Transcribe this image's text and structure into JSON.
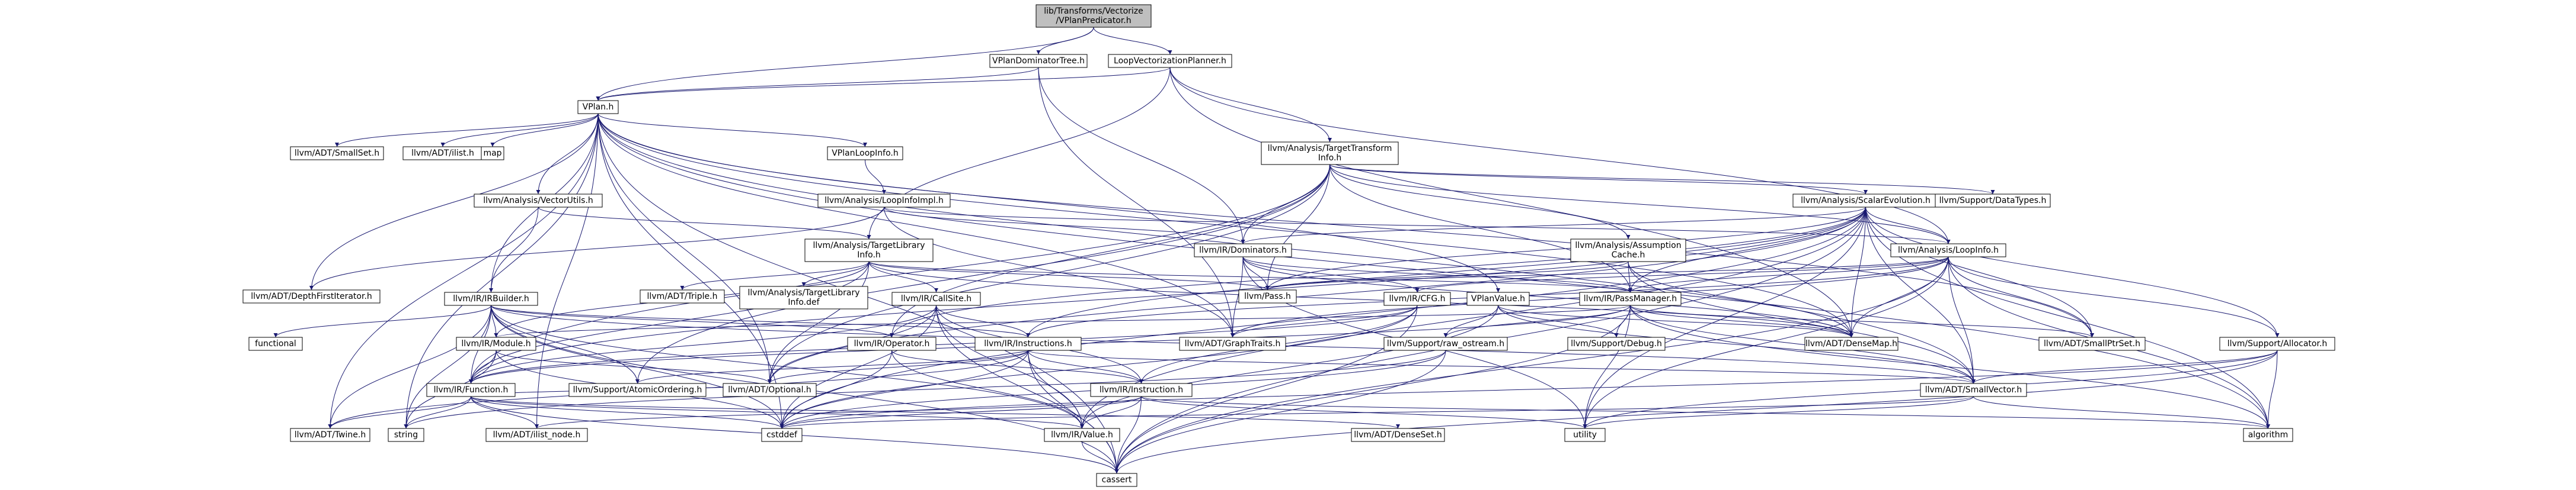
{
  "colors": {
    "root_fill": "#bfbfbf",
    "node_fill": "#ffffff",
    "node_border_black": "#000000",
    "node_border_red": "#ff0000",
    "node_border_none": "#ffffff",
    "edge": "#191970",
    "text": "#000000"
  },
  "nodes": [
    {
      "id": "root",
      "lines": [
        "lib/Transforms/Vectorize",
        "/VPlanPredicator.h"
      ],
      "style": "root"
    },
    {
      "id": "vplandomtree",
      "lines": [
        "VPlanDominatorTree.h"
      ],
      "style": "black"
    },
    {
      "id": "lvplanner",
      "lines": [
        "LoopVectorizationPlanner.h"
      ],
      "style": "black"
    },
    {
      "id": "vplan",
      "lines": [
        "VPlan.h"
      ],
      "style": "black"
    },
    {
      "id": "smallset",
      "lines": [
        "llvm/ADT/SmallSet.h"
      ],
      "style": "none"
    },
    {
      "id": "ilist",
      "lines": [
        "llvm/ADT/ilist.h"
      ],
      "style": "none"
    },
    {
      "id": "map",
      "lines": [
        "map"
      ],
      "style": "none"
    },
    {
      "id": "vplanloopinfo",
      "lines": [
        "VPlanLoopInfo.h"
      ],
      "style": "black"
    },
    {
      "id": "tti",
      "lines": [
        "llvm/Analysis/TargetTransform",
        "Info.h"
      ],
      "style": "black"
    },
    {
      "id": "vectorutils",
      "lines": [
        "llvm/Analysis/VectorUtils.h"
      ],
      "style": "red"
    },
    {
      "id": "loopinfoimpl",
      "lines": [
        "llvm/Analysis/LoopInfoImpl.h"
      ],
      "style": "red"
    },
    {
      "id": "scev",
      "lines": [
        "llvm/Analysis/ScalarEvolution.h"
      ],
      "style": "red"
    },
    {
      "id": "datatypes",
      "lines": [
        "llvm/Support/DataTypes.h"
      ],
      "style": "red"
    },
    {
      "id": "tli",
      "lines": [
        "llvm/Analysis/TargetLibrary",
        "Info.h"
      ],
      "style": "black"
    },
    {
      "id": "dominators",
      "lines": [
        "llvm/IR/Dominators.h"
      ],
      "style": "red"
    },
    {
      "id": "assumption",
      "lines": [
        "llvm/Analysis/Assumption",
        "Cache.h"
      ],
      "style": "red"
    },
    {
      "id": "loopinfo",
      "lines": [
        "llvm/Analysis/LoopInfo.h"
      ],
      "style": "black"
    },
    {
      "id": "dfiter",
      "lines": [
        "llvm/ADT/DepthFirstIterator.h"
      ],
      "style": "none"
    },
    {
      "id": "irbuilder",
      "lines": [
        "llvm/IR/IRBuilder.h"
      ],
      "style": "red"
    },
    {
      "id": "triple",
      "lines": [
        "llvm/ADT/Triple.h"
      ],
      "style": "none"
    },
    {
      "id": "tlidef",
      "lines": [
        "llvm/Analysis/TargetLibrary",
        "Info.def"
      ],
      "style": "none"
    },
    {
      "id": "callsite",
      "lines": [
        "llvm/IR/CallSite.h"
      ],
      "style": "red"
    },
    {
      "id": "pass",
      "lines": [
        "llvm/Pass.h"
      ],
      "style": "none"
    },
    {
      "id": "cfg",
      "lines": [
        "llvm/IR/CFG.h"
      ],
      "style": "black"
    },
    {
      "id": "vpvalue",
      "lines": [
        "VPlanValue.h"
      ],
      "style": "black"
    },
    {
      "id": "passmanager",
      "lines": [
        "llvm/IR/PassManager.h"
      ],
      "style": "red"
    },
    {
      "id": "functional",
      "lines": [
        "functional"
      ],
      "style": "none"
    },
    {
      "id": "module",
      "lines": [
        "llvm/IR/Module.h"
      ],
      "style": "red"
    },
    {
      "id": "operator",
      "lines": [
        "llvm/IR/Operator.h"
      ],
      "style": "red"
    },
    {
      "id": "instructions",
      "lines": [
        "llvm/IR/Instructions.h"
      ],
      "style": "red"
    },
    {
      "id": "graphtraits",
      "lines": [
        "llvm/ADT/GraphTraits.h"
      ],
      "style": "none"
    },
    {
      "id": "rawostream",
      "lines": [
        "llvm/Support/raw_ostream.h"
      ],
      "style": "red"
    },
    {
      "id": "debug",
      "lines": [
        "llvm/Support/Debug.h"
      ],
      "style": "black"
    },
    {
      "id": "densemap",
      "lines": [
        "llvm/ADT/DenseMap.h"
      ],
      "style": "none"
    },
    {
      "id": "smallptrset",
      "lines": [
        "llvm/ADT/SmallPtrSet.h"
      ],
      "style": "none"
    },
    {
      "id": "allocator",
      "lines": [
        "llvm/Support/Allocator.h"
      ],
      "style": "red"
    },
    {
      "id": "function",
      "lines": [
        "llvm/IR/Function.h"
      ],
      "style": "red"
    },
    {
      "id": "atomicordering",
      "lines": [
        "llvm/Support/AtomicOrdering.h"
      ],
      "style": "black"
    },
    {
      "id": "optional",
      "lines": [
        "llvm/ADT/Optional.h"
      ],
      "style": "none"
    },
    {
      "id": "instruction",
      "lines": [
        "llvm/IR/Instruction.h"
      ],
      "style": "red"
    },
    {
      "id": "smallvector",
      "lines": [
        "llvm/ADT/SmallVector.h"
      ],
      "style": "none"
    },
    {
      "id": "twine",
      "lines": [
        "llvm/ADT/Twine.h"
      ],
      "style": "none"
    },
    {
      "id": "string",
      "lines": [
        "string"
      ],
      "style": "none"
    },
    {
      "id": "ilistnode",
      "lines": [
        "llvm/ADT/ilist_node.h"
      ],
      "style": "none"
    },
    {
      "id": "cstddef",
      "lines": [
        "cstddef"
      ],
      "style": "none"
    },
    {
      "id": "value",
      "lines": [
        "llvm/IR/Value.h"
      ],
      "style": "red"
    },
    {
      "id": "denseset",
      "lines": [
        "llvm/ADT/DenseSet.h"
      ],
      "style": "none"
    },
    {
      "id": "utility",
      "lines": [
        "utility"
      ],
      "style": "none"
    },
    {
      "id": "algorithm",
      "lines": [
        "algorithm"
      ],
      "style": "none"
    },
    {
      "id": "cassert",
      "lines": [
        "cassert"
      ],
      "style": "none"
    }
  ],
  "edges": [
    [
      "root",
      "vplandomtree"
    ],
    [
      "root",
      "lvplanner"
    ],
    [
      "root",
      "vplan"
    ],
    [
      "vplandomtree",
      "vplan"
    ],
    [
      "vplandomtree",
      "dominators"
    ],
    [
      "vplandomtree",
      "graphtraits"
    ],
    [
      "lvplanner",
      "vplan"
    ],
    [
      "lvplanner",
      "tti"
    ],
    [
      "lvplanner",
      "tli"
    ],
    [
      "lvplanner",
      "loopinfo"
    ],
    [
      "lvplanner",
      "densemap"
    ],
    [
      "vplan",
      "smallset"
    ],
    [
      "vplan",
      "ilist"
    ],
    [
      "vplan",
      "map"
    ],
    [
      "vplan",
      "vplanloopinfo"
    ],
    [
      "vplan",
      "vectorutils"
    ],
    [
      "vplan",
      "irbuilder"
    ],
    [
      "vplan",
      "dfiter"
    ],
    [
      "vplan",
      "graphtraits"
    ],
    [
      "vplan",
      "vpvalue"
    ],
    [
      "vplan",
      "densemap"
    ],
    [
      "vplan",
      "smallptrset"
    ],
    [
      "vplan",
      "smallvector"
    ],
    [
      "vplan",
      "twine"
    ],
    [
      "vplan",
      "string"
    ],
    [
      "vplan",
      "cstddef"
    ],
    [
      "vplan",
      "cassert"
    ],
    [
      "vplan",
      "algorithm"
    ],
    [
      "vplan",
      "optional"
    ],
    [
      "vplan",
      "ilistnode"
    ],
    [
      "vplanloopinfo",
      "loopinfoimpl"
    ],
    [
      "loopinfoimpl",
      "loopinfo"
    ],
    [
      "loopinfoimpl",
      "dominators"
    ],
    [
      "loopinfoimpl",
      "dfiter"
    ],
    [
      "loopinfoimpl",
      "graphtraits"
    ],
    [
      "vectorutils",
      "tli"
    ],
    [
      "vectorutils",
      "irbuilder"
    ],
    [
      "tti",
      "scev"
    ],
    [
      "tti",
      "datatypes"
    ],
    [
      "tti",
      "loopinfo"
    ],
    [
      "tti",
      "dominators"
    ],
    [
      "tti",
      "assumption"
    ],
    [
      "tti",
      "pass"
    ],
    [
      "tti",
      "passmanager"
    ],
    [
      "tti",
      "operator"
    ],
    [
      "tti",
      "optional"
    ],
    [
      "tti",
      "function"
    ],
    [
      "tti",
      "atomicordering"
    ],
    [
      "scev",
      "loopinfo"
    ],
    [
      "scev",
      "dominators"
    ],
    [
      "scev",
      "passmanager"
    ],
    [
      "scev",
      "pass"
    ],
    [
      "scev",
      "densemap"
    ],
    [
      "scev",
      "smallptrset"
    ],
    [
      "scev",
      "smallvector"
    ],
    [
      "scev",
      "allocator"
    ],
    [
      "scev",
      "value"
    ],
    [
      "scev",
      "operator"
    ],
    [
      "scev",
      "instructions"
    ],
    [
      "scev",
      "function"
    ],
    [
      "scev",
      "optional"
    ],
    [
      "scev",
      "cstddef"
    ],
    [
      "scev",
      "utility"
    ],
    [
      "scev",
      "algorithm"
    ],
    [
      "scev",
      "cassert"
    ],
    [
      "assumption",
      "passmanager"
    ],
    [
      "assumption",
      "pass"
    ],
    [
      "assumption",
      "densemap"
    ],
    [
      "assumption",
      "smallvector"
    ],
    [
      "dominators",
      "passmanager"
    ],
    [
      "dominators",
      "pass"
    ],
    [
      "dominators",
      "cfg"
    ],
    [
      "dominators",
      "graphtraits"
    ],
    [
      "dominators",
      "densemap"
    ],
    [
      "dominators",
      "utility"
    ],
    [
      "loopinfo",
      "passmanager"
    ],
    [
      "loopinfo",
      "pass"
    ],
    [
      "loopinfo",
      "cfg"
    ],
    [
      "loopinfo",
      "instructions"
    ],
    [
      "loopinfo",
      "densemap"
    ],
    [
      "loopinfo",
      "smallptrset"
    ],
    [
      "loopinfo",
      "smallvector"
    ],
    [
      "loopinfo",
      "graphtraits"
    ],
    [
      "loopinfo",
      "allocator"
    ],
    [
      "loopinfo",
      "utility"
    ],
    [
      "loopinfo",
      "algorithm"
    ],
    [
      "loopinfo",
      "cassert"
    ],
    [
      "tli",
      "triple"
    ],
    [
      "tli",
      "tlidef"
    ],
    [
      "tli",
      "callsite"
    ],
    [
      "tli",
      "module"
    ],
    [
      "tli",
      "function"
    ],
    [
      "tli",
      "pass"
    ],
    [
      "tli",
      "passmanager"
    ],
    [
      "tli",
      "densemap"
    ],
    [
      "tli",
      "optional"
    ],
    [
      "irbuilder",
      "functional"
    ],
    [
      "irbuilder",
      "module"
    ],
    [
      "irbuilder",
      "operator"
    ],
    [
      "irbuilder",
      "instructions"
    ],
    [
      "irbuilder",
      "function"
    ],
    [
      "irbuilder",
      "value"
    ],
    [
      "irbuilder",
      "atomicordering"
    ],
    [
      "irbuilder",
      "twine"
    ],
    [
      "irbuilder",
      "string"
    ],
    [
      "irbuilder",
      "cstddef"
    ],
    [
      "irbuilder",
      "cassert"
    ],
    [
      "irbuilder",
      "smallvector"
    ],
    [
      "callsite",
      "instructions"
    ],
    [
      "callsite",
      "instruction"
    ],
    [
      "callsite",
      "function"
    ],
    [
      "callsite",
      "value"
    ],
    [
      "callsite",
      "optional"
    ],
    [
      "callsite",
      "cassert"
    ],
    [
      "callsite",
      "cstddef"
    ],
    [
      "cfg",
      "graphtraits"
    ],
    [
      "cfg",
      "function"
    ],
    [
      "cfg",
      "instruction"
    ],
    [
      "cfg",
      "cassert"
    ],
    [
      "cfg",
      "cstddef"
    ],
    [
      "vpvalue",
      "rawostream"
    ],
    [
      "vpvalue",
      "debug"
    ],
    [
      "vpvalue",
      "densemap"
    ],
    [
      "vpvalue",
      "smallvector"
    ],
    [
      "vpvalue",
      "value"
    ],
    [
      "passmanager",
      "densemap"
    ],
    [
      "passmanager",
      "smallptrset"
    ],
    [
      "passmanager",
      "smallvector"
    ],
    [
      "passmanager",
      "module"
    ],
    [
      "passmanager",
      "function"
    ],
    [
      "passmanager",
      "rawostream"
    ],
    [
      "passmanager",
      "debug"
    ],
    [
      "passmanager",
      "utility"
    ],
    [
      "passmanager",
      "algorithm"
    ],
    [
      "passmanager",
      "cassert"
    ],
    [
      "module",
      "function"
    ],
    [
      "module",
      "string"
    ],
    [
      "module",
      "optional"
    ],
    [
      "module",
      "cstddef"
    ],
    [
      "operator",
      "instruction"
    ],
    [
      "operator",
      "value"
    ],
    [
      "operator",
      "cstddef"
    ],
    [
      "instructions",
      "instruction"
    ],
    [
      "instructions",
      "atomicordering"
    ],
    [
      "instructions",
      "optional"
    ],
    [
      "instructions",
      "twine"
    ],
    [
      "instructions",
      "value"
    ],
    [
      "instructions",
      "cassert"
    ],
    [
      "instructions",
      "cstddef"
    ],
    [
      "instructions",
      "smallvector"
    ],
    [
      "rawostream",
      "cassert"
    ],
    [
      "rawostream",
      "cstddef"
    ],
    [
      "rawostream",
      "string"
    ],
    [
      "allocator",
      "smallvector"
    ],
    [
      "allocator",
      "cassert"
    ],
    [
      "allocator",
      "algorithm"
    ],
    [
      "allocator",
      "utility"
    ],
    [
      "allocator",
      "cstddef"
    ],
    [
      "function",
      "twine"
    ],
    [
      "function",
      "string"
    ],
    [
      "function",
      "ilistnode"
    ],
    [
      "function",
      "cstddef"
    ],
    [
      "function",
      "value"
    ],
    [
      "function",
      "denseset"
    ],
    [
      "function",
      "cassert"
    ],
    [
      "function",
      "optional"
    ],
    [
      "instruction",
      "value"
    ],
    [
      "instruction",
      "ilistnode"
    ],
    [
      "instruction",
      "cstddef"
    ],
    [
      "instruction",
      "utility"
    ],
    [
      "instruction",
      "algorithm"
    ],
    [
      "instruction",
      "cassert"
    ],
    [
      "value",
      "cassert"
    ],
    [
      "smallvector",
      "algorithm"
    ],
    [
      "smallvector",
      "utility"
    ],
    [
      "smallvector",
      "cstddef"
    ]
  ]
}
